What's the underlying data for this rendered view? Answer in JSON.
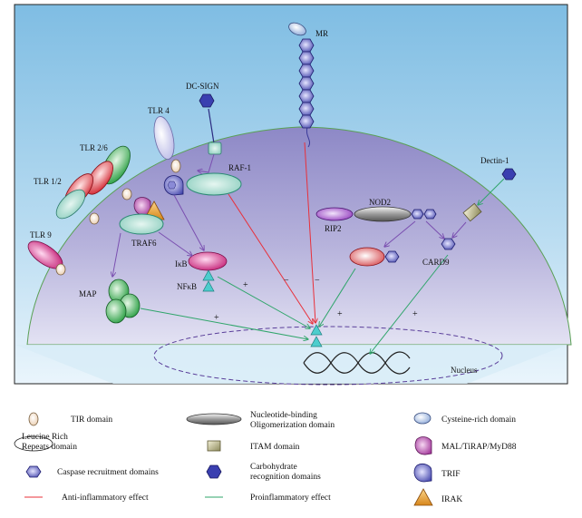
{
  "labels": {
    "mr": "MR",
    "dc_sign": "DC-SIGN",
    "tlr4": "TLR 4",
    "tlr26": "TLR 2/6",
    "tlr12": "TLR 1/2",
    "tlr9": "TLR 9",
    "raf1": "RAF-1",
    "traf6": "TRAF6",
    "ikb": "IκB",
    "nfkb": "NFκB",
    "map": "MAP",
    "nod2": "NOD2",
    "rip2": "RIP2",
    "card9": "CARD9",
    "dectin1": "Dectin-1",
    "nucleus": "Nucleus"
  },
  "signs": {
    "plus": "+",
    "minus": "−"
  },
  "legend": {
    "tir": "TIR domain",
    "lrr_line1": "Leucine Rich",
    "lrr_line2": "Repeats domain",
    "card": "Caspase recruitment domains",
    "anti": "Anti-inflammatory effect",
    "nod_line1": "Nucleotide-binding",
    "nod_line2": "Oligomerization domain",
    "itam": "ITAM domain",
    "crd_line1": "Carbohydrate",
    "crd_line2": "recognition domains",
    "pro": "Proinflammatory effect",
    "cys": "Cysteine-rich domain",
    "mal": "MAL/TiRAP/MyD88",
    "trif": "TRIF",
    "irak": "IRAK"
  },
  "colors": {
    "sky": "#8ec5e6",
    "cell": "#9b97cc",
    "anti_line": "#e8303a",
    "pro_line": "#2fa56a",
    "signal_arrow": "#7a4fb0",
    "teal": "#3ec0c0"
  }
}
